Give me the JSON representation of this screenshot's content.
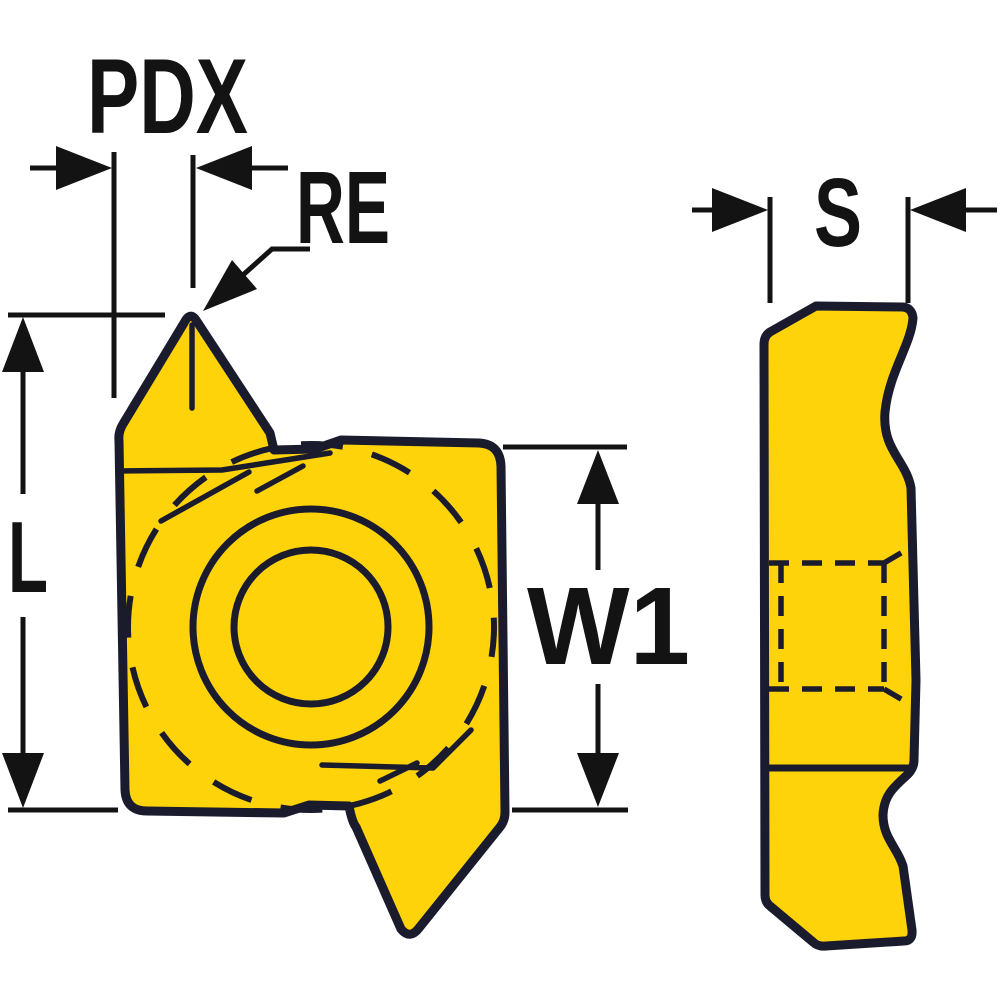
{
  "drawing": {
    "labels": {
      "pdx": "PDX",
      "re": "RE",
      "s": "S",
      "l": "L",
      "w1": "W1"
    },
    "colors": {
      "background": "#FFFFFF",
      "insert_fill": "#FFD30A",
      "insert_outline": "#1B1B2E",
      "hole_fill": "#F7F0D8",
      "dimension_ink": "#131313"
    }
  }
}
